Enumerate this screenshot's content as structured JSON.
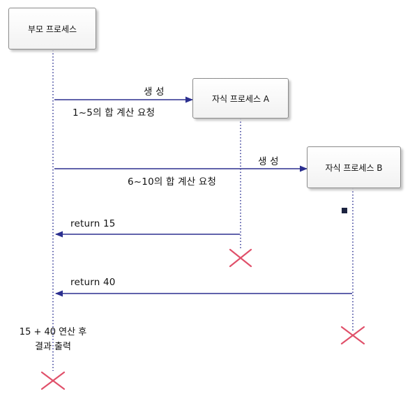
{
  "participants": [
    {
      "id": "parent",
      "label": "부모 프로세스"
    },
    {
      "id": "childA",
      "label": "자식 프로세스 A"
    },
    {
      "id": "childB",
      "label": "자식 프로세스 B"
    }
  ],
  "messages": [
    {
      "id": "create-a",
      "from": "parent",
      "to": "childA",
      "label_top": "생 성",
      "label_bottom": "1~5의 합 계산 요청"
    },
    {
      "id": "create-b",
      "from": "parent",
      "to": "childB",
      "label_top": "생 성",
      "label_bottom": "6~10의 합 계산 요청"
    },
    {
      "id": "return-a",
      "from": "childA",
      "to": "parent",
      "label": "return 15"
    },
    {
      "id": "return-b",
      "from": "childB",
      "to": "parent",
      "label": "return 40"
    }
  ],
  "notes": {
    "parent_line1": "15 + 40 연산 후",
    "parent_line2": "결과 출력"
  },
  "colors": {
    "arrow": "#2b2f8f",
    "lifeline": "#3a3f9a",
    "terminate": "#e0506a",
    "box_border": "#8a8a8a"
  }
}
